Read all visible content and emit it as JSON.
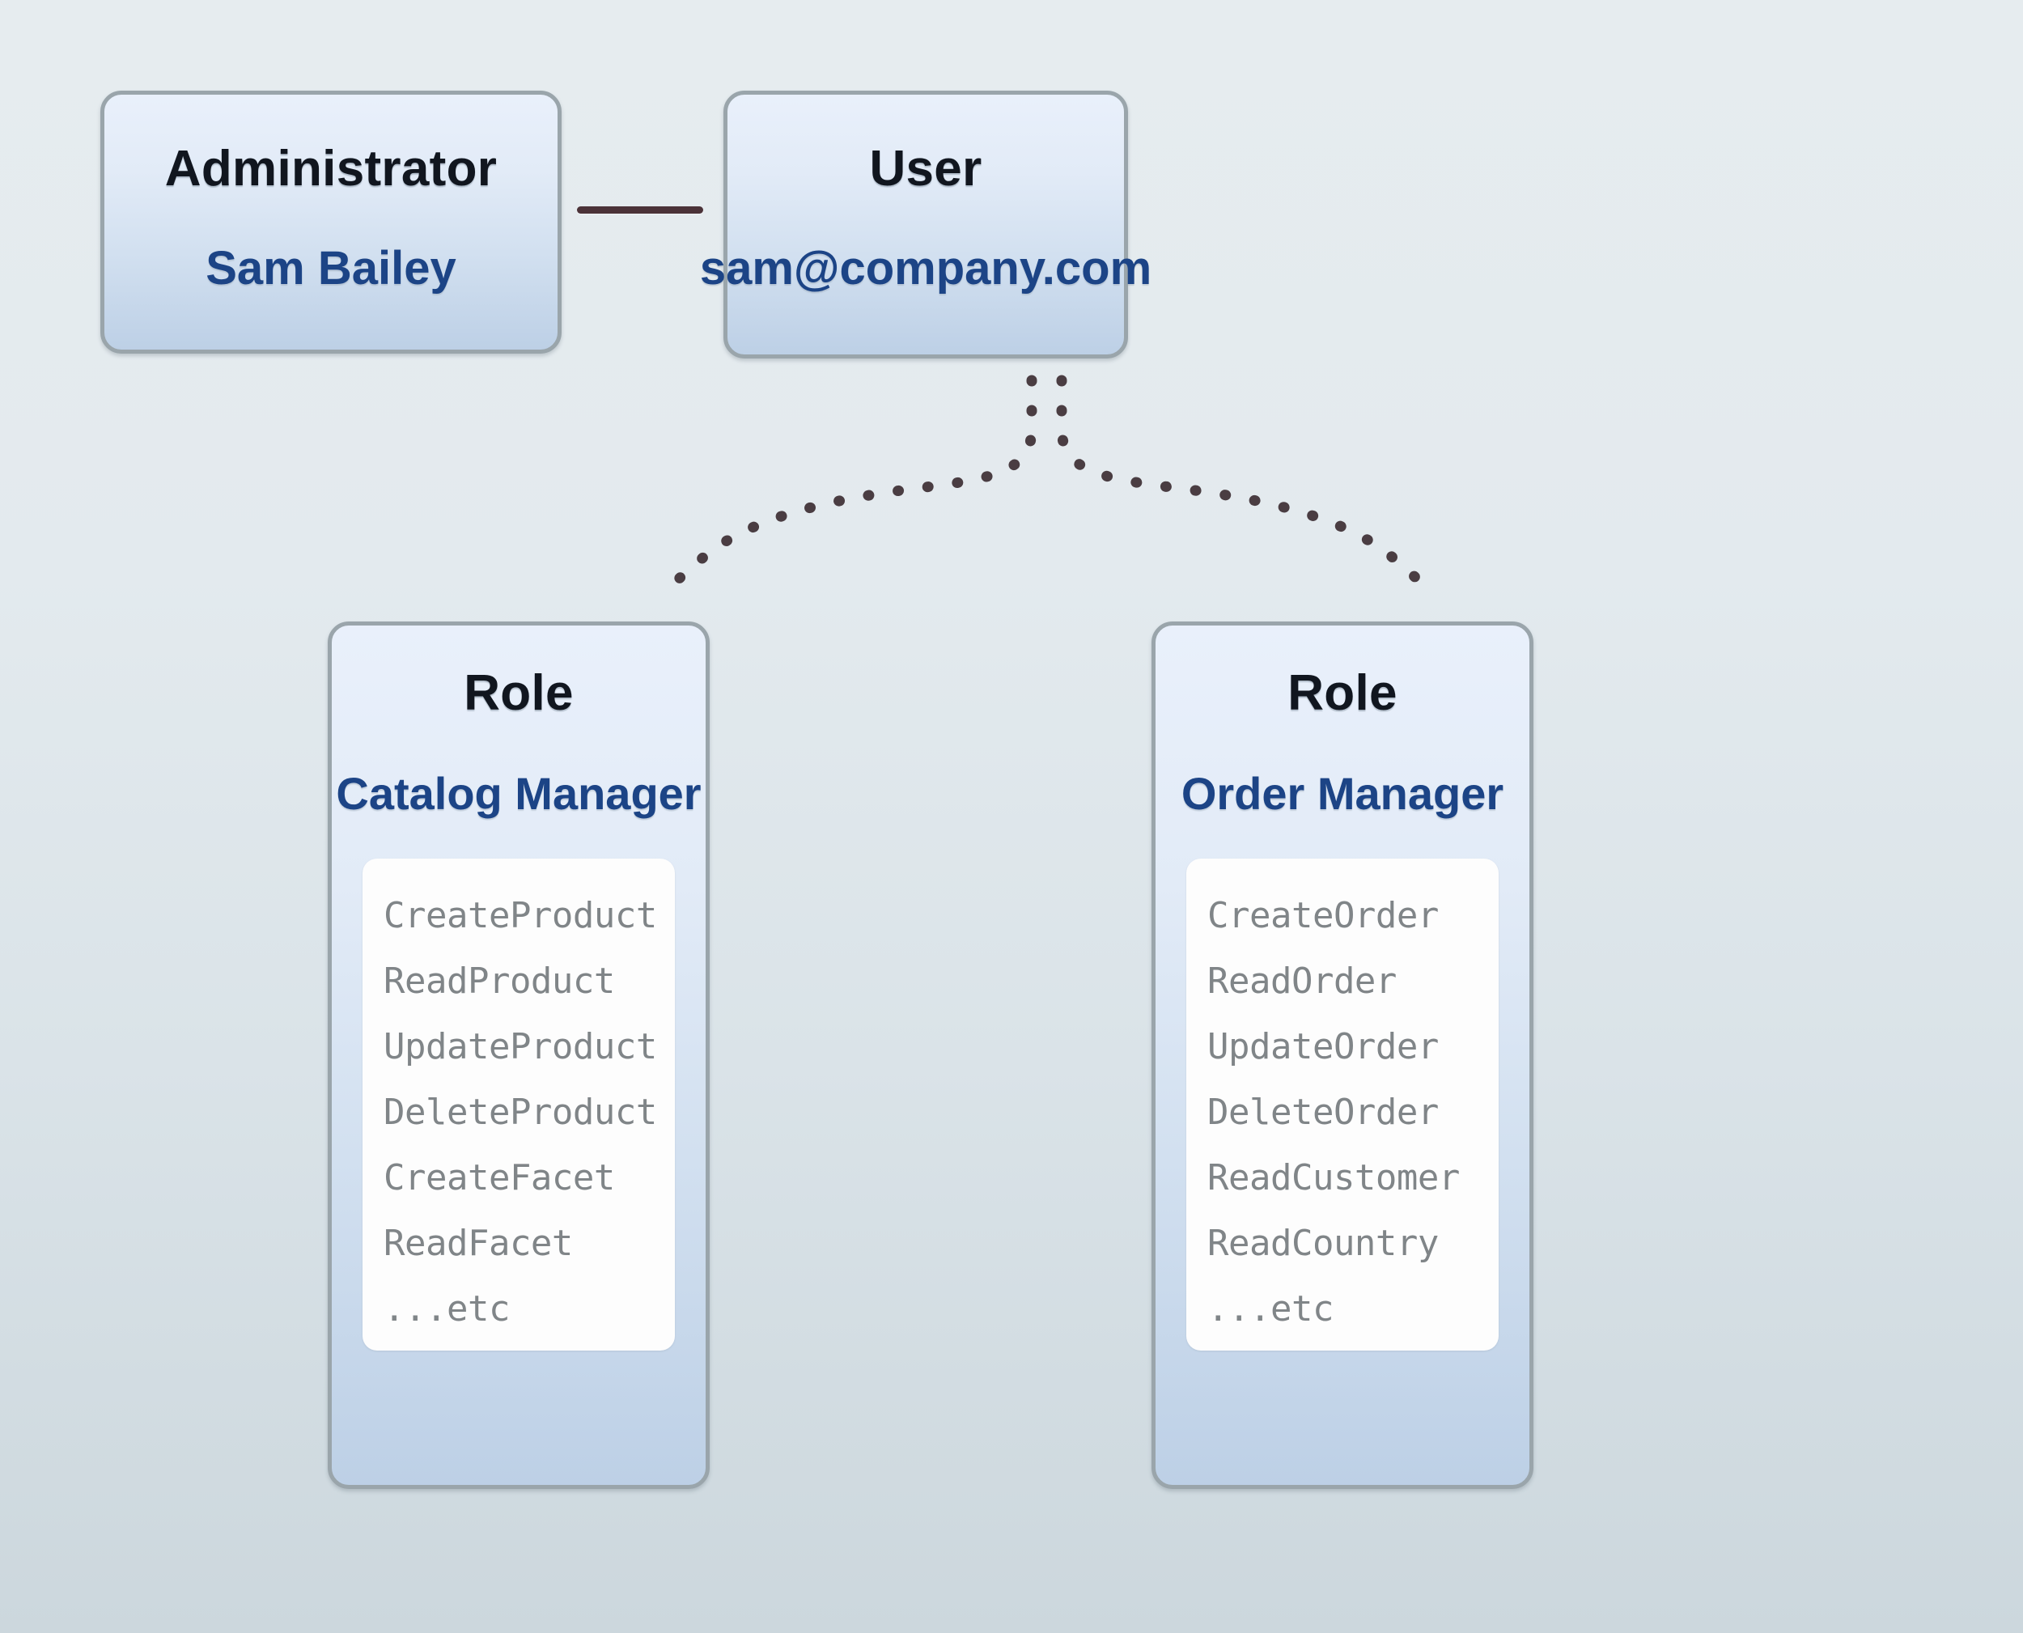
{
  "diagram": {
    "title": "User role and permission assignment",
    "background_top_color": "#e6ecef",
    "background_bottom_color": "#ccd7dd",
    "card_border_color": "#9aa5ab",
    "card_gradient_top": "#e9f0fb",
    "card_gradient_bottom": "#bdd0e6",
    "type_label_color": "#11161f",
    "value_label_color": "#1c4486",
    "permission_text_color": "#808588",
    "permission_box_color": "#fdfdfd",
    "solid_edge_color": "#4b3238",
    "dotted_edge_color": "#4a3d42"
  },
  "nodes": {
    "administrator": {
      "type_label": "Administrator",
      "value_label": "Sam Bailey"
    },
    "user": {
      "type_label": "User",
      "value_label": "sam@company.com"
    },
    "roles": [
      {
        "type_label": "Role",
        "value_label": "Catalog Manager",
        "permissions": [
          "CreateProduct",
          "ReadProduct",
          "UpdateProduct",
          "DeleteProduct",
          "CreateFacet",
          "ReadFacet",
          "...etc"
        ]
      },
      {
        "type_label": "Role",
        "value_label": "Order Manager",
        "permissions": [
          "CreateOrder",
          "ReadOrder",
          "UpdateOrder",
          "DeleteOrder",
          "ReadCustomer",
          "ReadCountry",
          "...etc"
        ]
      }
    ]
  },
  "edges": [
    {
      "name": "administrator-to-user",
      "style": "solid",
      "from": "administrator",
      "to": "user"
    },
    {
      "name": "user-to-catalog-manager",
      "style": "dotted",
      "from": "user",
      "to": "role-catalog-manager"
    },
    {
      "name": "user-to-order-manager",
      "style": "dotted",
      "from": "user",
      "to": "role-order-manager"
    }
  ]
}
